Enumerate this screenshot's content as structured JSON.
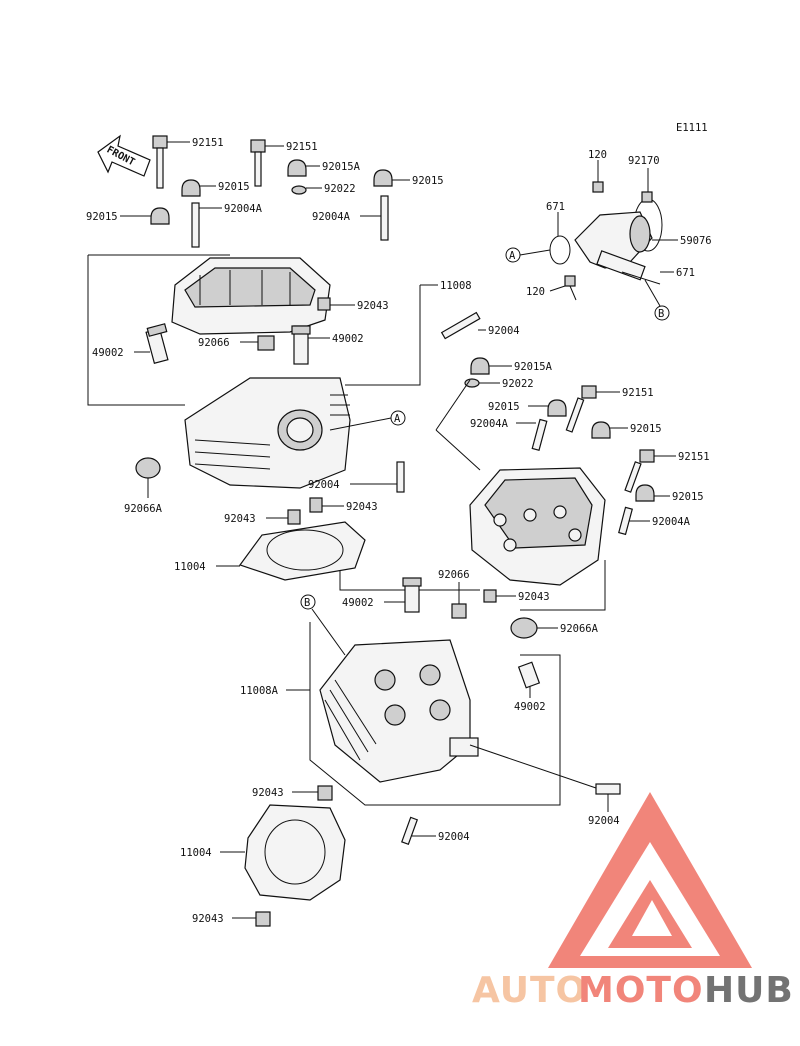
{
  "diagram_code": "E1111",
  "front_label": "FRONT",
  "callouts": {
    "A": "A",
    "B": "B"
  },
  "labels": {
    "l_92151_a": "92151",
    "l_92151_b": "92151",
    "l_92015A_a": "92015A",
    "l_92015_a": "92015",
    "l_92022_a": "92022",
    "l_92015_b": "92015",
    "l_92004A_a": "92004A",
    "l_92015_c": "92015",
    "l_92004A_b": "92004A",
    "l_11008": "11008",
    "l_92043_a": "92043",
    "l_92066_a": "92066",
    "l_49002_a": "49002",
    "l_49002_b": "49002",
    "l_92004_a": "92004",
    "l_92066A_a": "92066A",
    "l_92004_b": "92004",
    "l_92043_b": "92043",
    "l_92043_c": "92043",
    "l_11004_a": "11004",
    "l_120_a": "120",
    "l_92170": "92170",
    "l_671_a": "671",
    "l_59076": "59076",
    "l_671_b": "671",
    "l_120_b": "120",
    "l_92015A_b": "92015A",
    "l_92022_b": "92022",
    "l_92151_c": "92151",
    "l_92015_d": "92015",
    "l_92004A_c": "92004A",
    "l_92015_e": "92015",
    "l_92151_d": "92151",
    "l_92015_f": "92015",
    "l_92004A_d": "92004A",
    "l_92043_d": "92043",
    "l_92066_b": "92066",
    "l_49002_c": "49002",
    "l_92066A_b": "92066A",
    "l_11008A": "11008A",
    "l_49002_d": "49002",
    "l_92043_e": "92043",
    "l_92004_c": "92004",
    "l_92004_d": "92004",
    "l_11004_b": "11004",
    "l_92043_f": "92043"
  },
  "watermark": {
    "text_auto": "AUTO",
    "text_moto": "MOTO",
    "text_hub": "HUB",
    "color_light": "#f5b98f",
    "color_main": "#ee6b5e",
    "color_dark": "#555555"
  }
}
